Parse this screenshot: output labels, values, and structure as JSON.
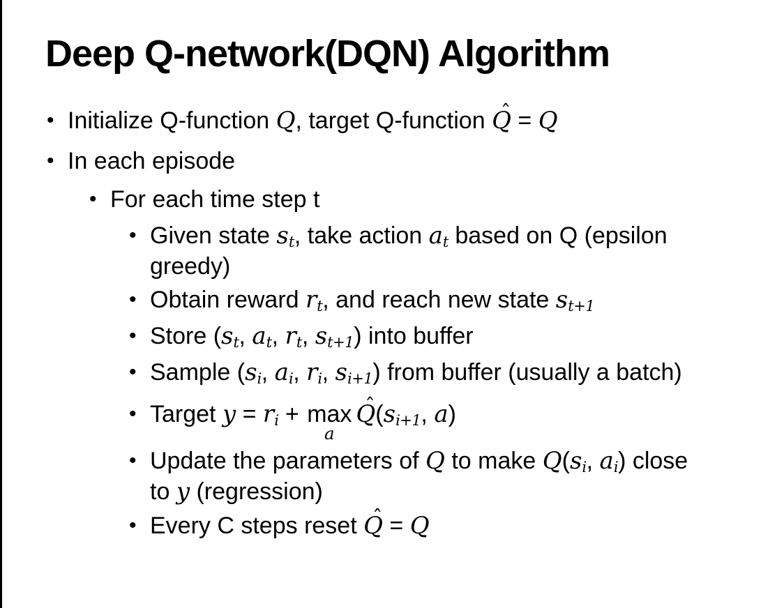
{
  "slide": {
    "title": "Deep Q-network(DQN) Algorithm",
    "text_color": "#000000",
    "background_color": "#ffffff",
    "border_color": "#000000",
    "bullets": [
      {
        "level": 1,
        "segments": [
          {
            "k": "p",
            "t": "Initialize Q-function "
          },
          {
            "k": "m",
            "t": "Q"
          },
          {
            "k": "p",
            "t": ", target Q-function "
          },
          {
            "k": "qhat",
            "t": "Q",
            "hat": "ˆ"
          },
          {
            "k": "p",
            "t": " = "
          },
          {
            "k": "m",
            "t": "Q"
          }
        ]
      },
      {
        "level": 1,
        "segments": [
          {
            "k": "p",
            "t": "In each episode"
          }
        ]
      },
      {
        "level": 2,
        "segments": [
          {
            "k": "p",
            "t": "For each time step t"
          }
        ]
      },
      {
        "level": 3,
        "segments": [
          {
            "k": "p",
            "t": "Given state "
          },
          {
            "k": "m",
            "t": "s"
          },
          {
            "k": "sub",
            "t": "t"
          },
          {
            "k": "p",
            "t": ", take action "
          },
          {
            "k": "m",
            "t": "a"
          },
          {
            "k": "sub",
            "t": "t"
          },
          {
            "k": "p",
            "t": " based on Q (epsilon"
          },
          {
            "k": "br"
          },
          {
            "k": "p",
            "t": "greedy)"
          }
        ]
      },
      {
        "level": 3,
        "segments": [
          {
            "k": "p",
            "t": "Obtain reward "
          },
          {
            "k": "m",
            "t": "r"
          },
          {
            "k": "sub",
            "t": "t"
          },
          {
            "k": "p",
            "t": ", and reach new state "
          },
          {
            "k": "m",
            "t": "s"
          },
          {
            "k": "sub",
            "t": "t+1"
          }
        ]
      },
      {
        "level": 3,
        "segments": [
          {
            "k": "p",
            "t": "Store ("
          },
          {
            "k": "m",
            "t": "s"
          },
          {
            "k": "sub",
            "t": "t"
          },
          {
            "k": "p",
            "t": ", "
          },
          {
            "k": "m",
            "t": "a"
          },
          {
            "k": "sub",
            "t": "t"
          },
          {
            "k": "p",
            "t": ", "
          },
          {
            "k": "m",
            "t": "r"
          },
          {
            "k": "sub",
            "t": "t"
          },
          {
            "k": "p",
            "t": ", "
          },
          {
            "k": "m",
            "t": "s"
          },
          {
            "k": "sub",
            "t": "t+1"
          },
          {
            "k": "p",
            "t": ") into buffer"
          }
        ]
      },
      {
        "level": 3,
        "segments": [
          {
            "k": "p",
            "t": "Sample ("
          },
          {
            "k": "m",
            "t": "s"
          },
          {
            "k": "sub",
            "t": "i"
          },
          {
            "k": "p",
            "t": ", "
          },
          {
            "k": "m",
            "t": "a"
          },
          {
            "k": "sub",
            "t": "i"
          },
          {
            "k": "p",
            "t": ", "
          },
          {
            "k": "m",
            "t": "r"
          },
          {
            "k": "sub",
            "t": "i"
          },
          {
            "k": "p",
            "t": ", "
          },
          {
            "k": "m",
            "t": "s"
          },
          {
            "k": "sub",
            "t": "i+1"
          },
          {
            "k": "p",
            "t": ") from buffer (usually a batch)"
          }
        ]
      },
      {
        "level": 3,
        "segments": [
          {
            "k": "p",
            "t": "Target "
          },
          {
            "k": "m",
            "t": "y"
          },
          {
            "k": "p",
            "t": " = "
          },
          {
            "k": "m",
            "t": "r"
          },
          {
            "k": "sub",
            "t": "i"
          },
          {
            "k": "p",
            "t": " + "
          },
          {
            "k": "max",
            "t": "max",
            "under": "a"
          },
          {
            "k": "qhat",
            "t": "Q",
            "hat": "ˆ"
          },
          {
            "k": "p",
            "t": "("
          },
          {
            "k": "m",
            "t": "s"
          },
          {
            "k": "sub",
            "t": "i+1"
          },
          {
            "k": "p",
            "t": ", "
          },
          {
            "k": "m",
            "t": "a"
          },
          {
            "k": "p",
            "t": ")"
          }
        ]
      },
      {
        "level": 3,
        "segments": [
          {
            "k": "p",
            "t": "Update the parameters of "
          },
          {
            "k": "m",
            "t": "Q"
          },
          {
            "k": "p",
            "t": " to make "
          },
          {
            "k": "m",
            "t": "Q"
          },
          {
            "k": "p",
            "t": "("
          },
          {
            "k": "m",
            "t": "s"
          },
          {
            "k": "sub",
            "t": "i"
          },
          {
            "k": "p",
            "t": ", "
          },
          {
            "k": "m",
            "t": "a"
          },
          {
            "k": "sub",
            "t": "i"
          },
          {
            "k": "p",
            "t": ") close"
          },
          {
            "k": "br"
          },
          {
            "k": "p",
            "t": "to "
          },
          {
            "k": "m",
            "t": "y"
          },
          {
            "k": "p",
            "t": " (regression)"
          }
        ]
      },
      {
        "level": 3,
        "segments": [
          {
            "k": "p",
            "t": "Every C steps reset "
          },
          {
            "k": "qhat",
            "t": "Q",
            "hat": "ˆ"
          },
          {
            "k": "p",
            "t": " = "
          },
          {
            "k": "m",
            "t": "Q"
          }
        ]
      }
    ]
  }
}
